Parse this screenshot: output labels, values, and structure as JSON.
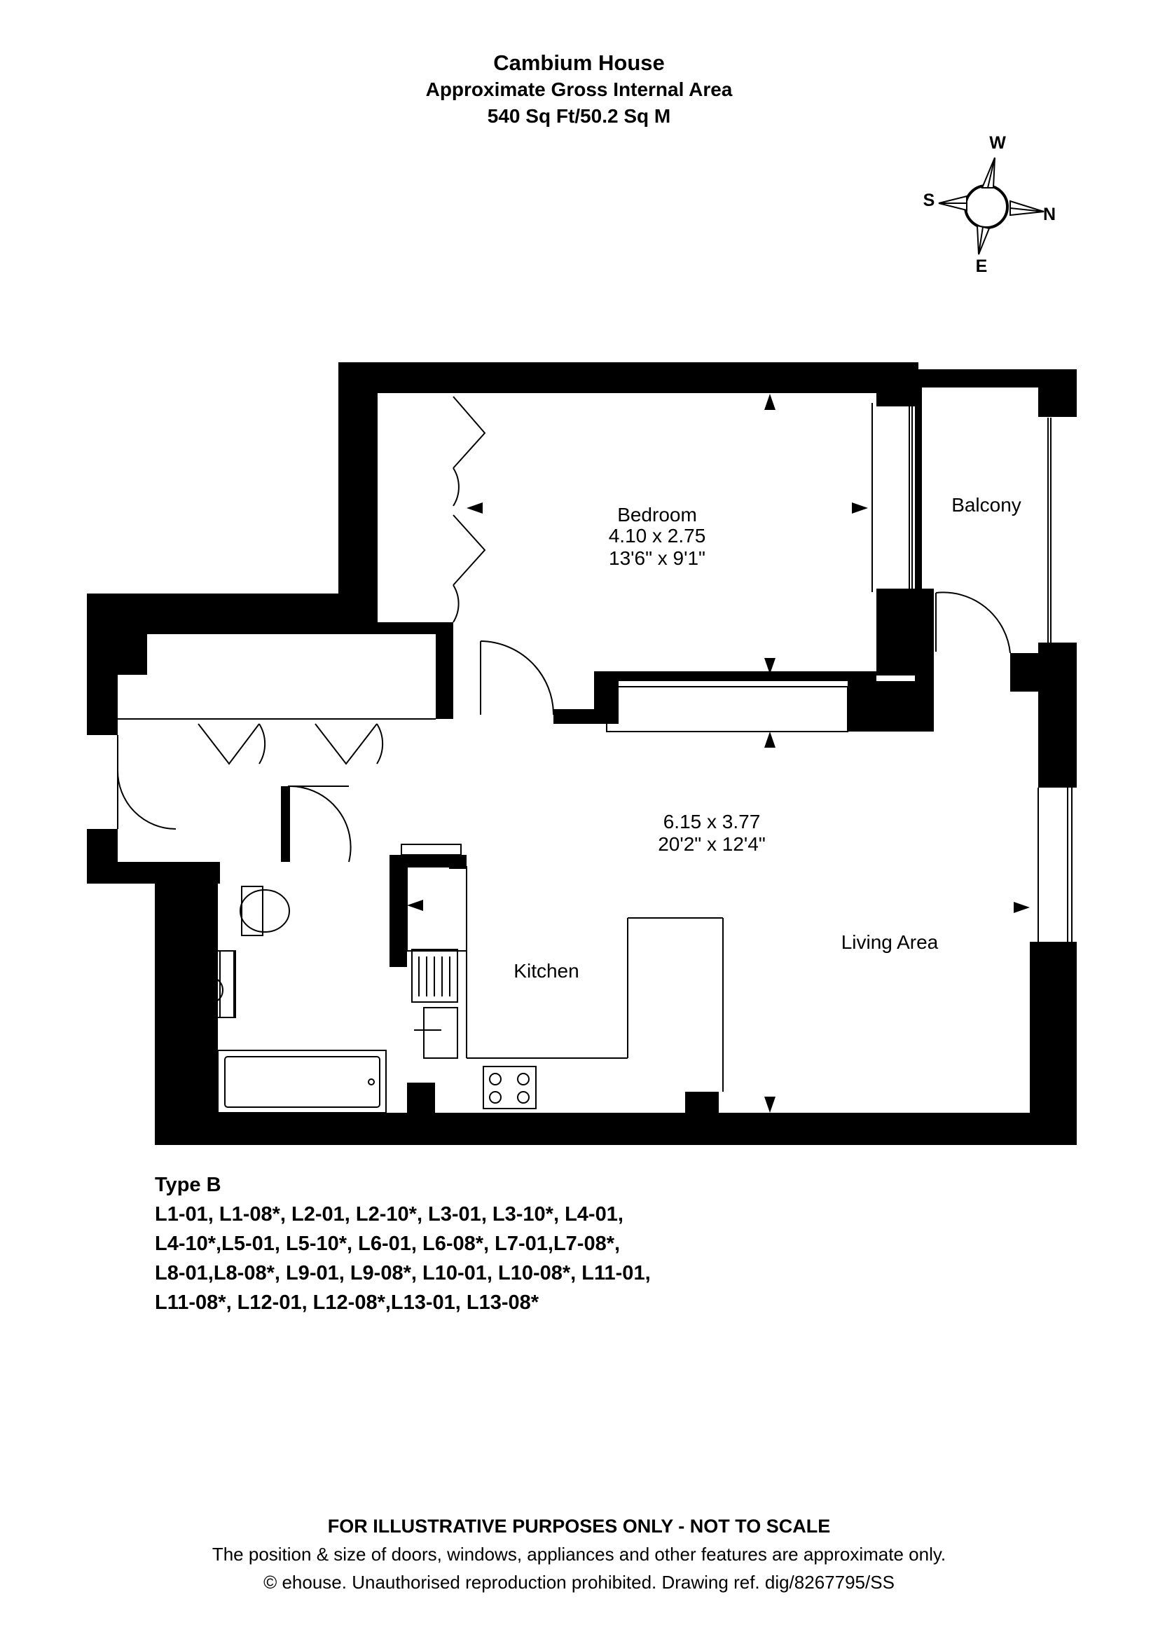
{
  "header": {
    "building": "Cambium House",
    "area_label": "Approximate Gross Internal Area",
    "area_value": "540 Sq Ft/50.2 Sq M"
  },
  "compass": {
    "w": "W",
    "s": "S",
    "n": "N",
    "e": "E"
  },
  "rooms": {
    "bedroom": {
      "name": "Bedroom",
      "metric": "4.10 x 2.75",
      "imperial": "13'6\" x 9'1\""
    },
    "balcony": {
      "name": "Balcony"
    },
    "living": {
      "metric": "6.15 x 3.77",
      "imperial": "20'2\" x 12'4\"",
      "name": "Living Area"
    },
    "kitchen": {
      "name": "Kitchen"
    }
  },
  "units": {
    "type": "Type B",
    "lines": [
      "L1-01, L1-08*, L2-01, L2-10*, L3-01, L3-10*, L4-01,",
      "L4-10*,L5-01, L5-10*, L6-01, L6-08*, L7-01,L7-08*,",
      "L8-01,L8-08*, L9-01, L9-08*, L10-01, L10-08*, L11-01,",
      "L11-08*, L12-01, L12-08*,L13-01, L13-08*"
    ]
  },
  "footer": {
    "disclaimer": "FOR ILLUSTRATIVE PURPOSES ONLY - NOT TO SCALE",
    "note": "The position & size of doors, windows, appliances and other features are approximate only.",
    "copyright": "© ehouse. Unauthorised reproduction prohibited. Drawing ref. dig/8267795/SS"
  }
}
